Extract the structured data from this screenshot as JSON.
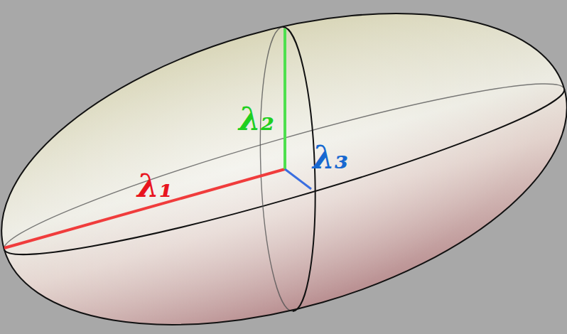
{
  "diagram": {
    "labels": [
      "λ₁",
      "λ₂",
      "λ₃"
    ]
  }
}
